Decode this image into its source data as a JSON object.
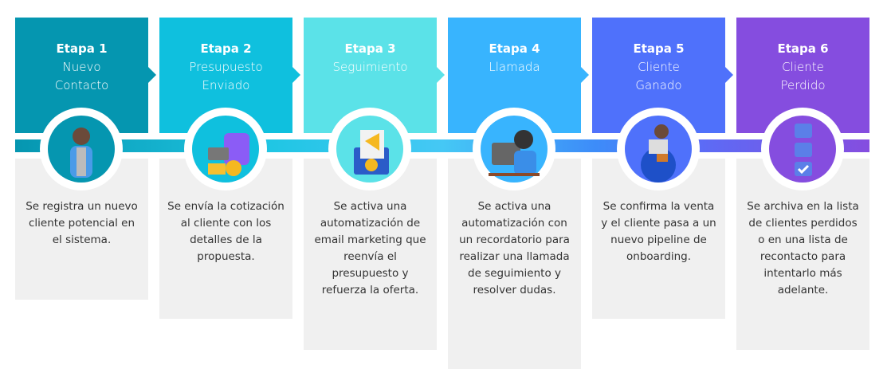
{
  "stages": [
    {
      "title": "Etapa 1",
      "subtitle_1": "Nuevo",
      "subtitle_2": "Contacto",
      "description": "Se registra un nuevo cliente potencial en el sistema.",
      "color": "#0596b0",
      "icon": "person-pointing-icon"
    },
    {
      "title": "Etapa 2",
      "subtitle_1": "Presupuesto",
      "subtitle_2": "Enviado",
      "description": "Se envía la cotización al cliente con los detalles de la propuesta.",
      "color": "#0fc0de",
      "icon": "calculator-coins-icon"
    },
    {
      "title": "Etapa 3",
      "subtitle_1": "Seguimiento",
      "subtitle_2": "",
      "description": "Se activa una automatización de email marketing que reenvía el presupuesto y refuerza la oferta.",
      "color": "#5be2e8",
      "icon": "megaphone-envelope-icon"
    },
    {
      "title": "Etapa 4",
      "subtitle_1": "Llamada",
      "subtitle_2": "",
      "description": "Se activa una automatización con un recordatorio para realizar una llamada de seguimiento y resolver dudas.",
      "color": "#38b4fe",
      "icon": "call-center-agent-icon"
    },
    {
      "title": "Etapa 5",
      "subtitle_1": "Cliente",
      "subtitle_2": "Ganado",
      "description": "Se confirma la venta y el cliente pasa a un nuevo pipeline de onboarding.",
      "color": "#4f71fb",
      "icon": "person-laptop-beanbag-icon"
    },
    {
      "title": "Etapa 6",
      "subtitle_1": "Cliente",
      "subtitle_2": "Perdido",
      "description": "Se archiva en la lista de clientes perdidos o en una lista de recontacto para intentarlo más adelante.",
      "color": "#854ddf",
      "icon": "document-cycle-icon"
    }
  ]
}
